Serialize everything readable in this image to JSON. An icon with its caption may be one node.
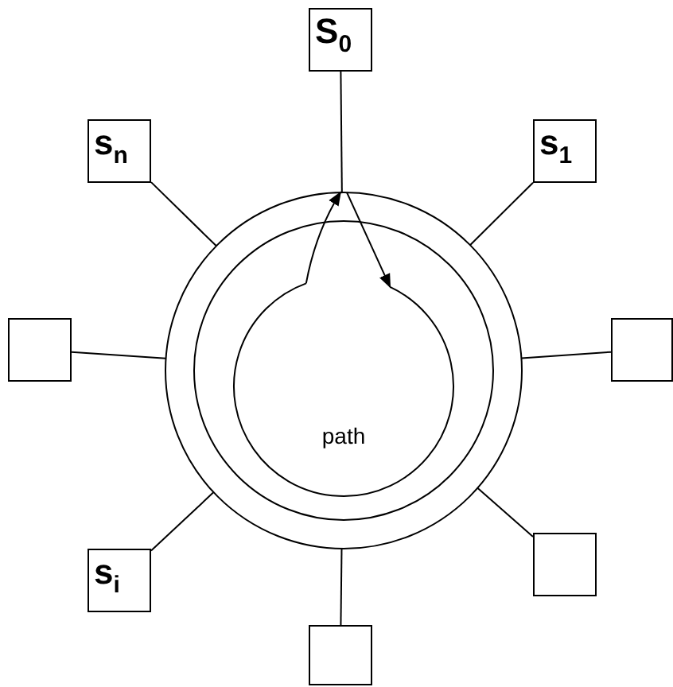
{
  "diagram": {
    "nodes": [
      {
        "text": [
          "S$_{0}$"
        ]
      },
      {
        "text": [
          "s$_{n}$"
        ]
      },
      {
        "text": [
          "s$_{1}$"
        ]
      },
      {
        "text": [],
        "shape": "circle"
      },
      {
        "text": [
          "path"
        ],
        "in": 3
      },
      {
        "text": [],
        "shape": "box"
      },
      {
        "text": [],
        "shape": "box"
      },
      {
        "text": [
          "s$_{i}$"
        ]
      },
      {
        "text": [],
        "shape": "box"
      },
      {
        "text": [],
        "shape": "box"
      }
    ],
    "edges": [
      {
        "from": 3,
        "to": 0,
        "arrow": "none"
      },
      {
        "from": 3,
        "to": 1,
        "arrow": "none"
      },
      {
        "from": 3,
        "to": 2,
        "arrow": "none"
      },
      {
        "from": 3,
        "to": 5,
        "arrow": "none"
      },
      {
        "from": 3,
        "to": 6,
        "arrow": "none"
      },
      {
        "from": 3,
        "to": 7,
        "arrow": "none"
      },
      {
        "from": 3,
        "to": 8,
        "arrow": "none"
      },
      {
        "from": 3,
        "to": 9,
        "arrow": "none"
      },
      {
        "from": 4,
        "to": 3,
        "arrow": "to"
      },
      {
        "from": 3,
        "to": 4,
        "arrow": "to"
      }
    ]
  }
}
